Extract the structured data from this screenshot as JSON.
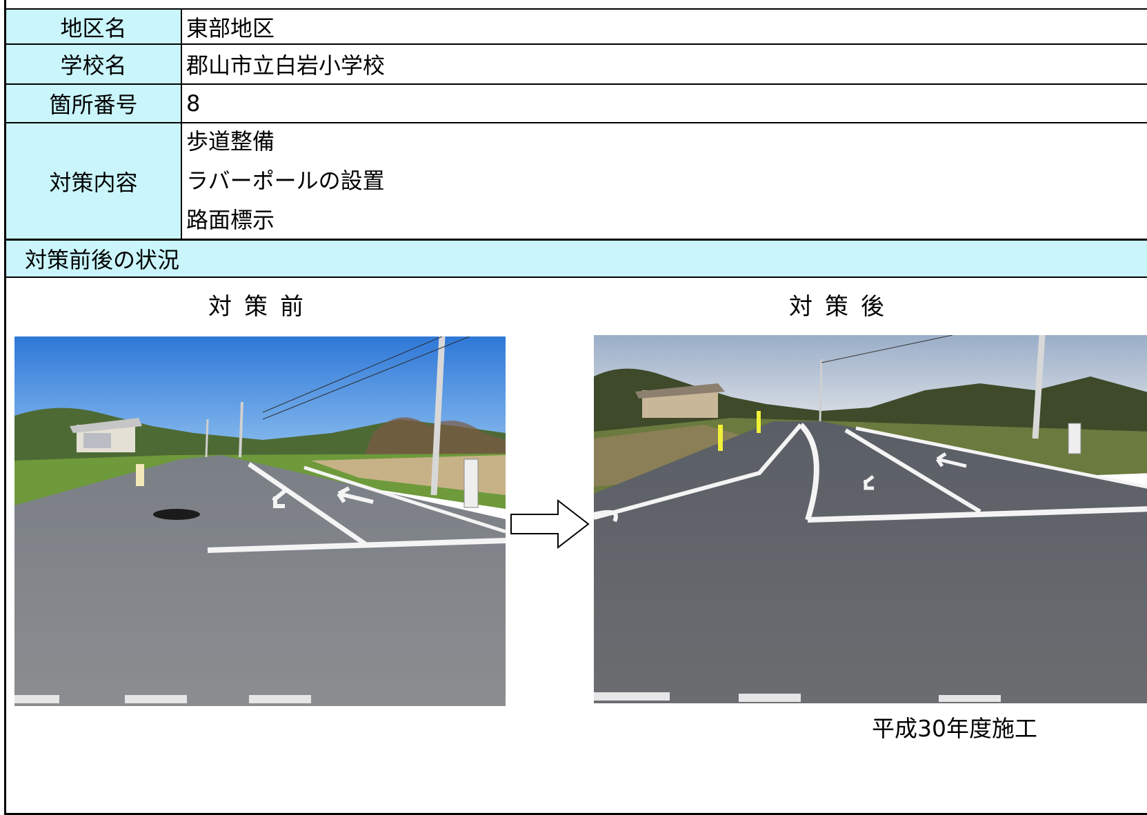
{
  "table": {
    "district_label": "地区名",
    "district_value": "東部地区",
    "school_label": "学校名",
    "school_value": "郡山市立白岩小学校",
    "location_label": "箇所番号",
    "location_value": "8",
    "measures_label": "対策内容",
    "measures": [
      "歩道整備",
      "ラバーポールの設置",
      "路面標示"
    ]
  },
  "section": {
    "title": "対策前後の状況",
    "before_caption": "対策前",
    "after_caption": "対策後",
    "completion_note": "平成30年度施工"
  },
  "colors": {
    "header_bg": "#c9f5fb",
    "border": "#000000"
  }
}
